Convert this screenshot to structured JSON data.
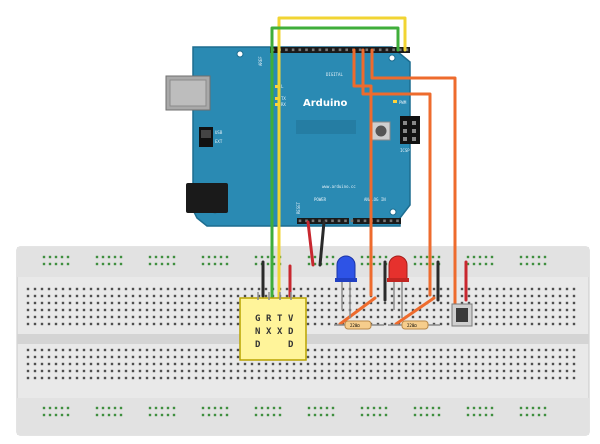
{
  "arduino": {
    "brand": "Arduino",
    "website": "www.arduino.cc",
    "header_digital": "DIGITAL",
    "header_power": "POWER",
    "header_analog": "ANALOG IN",
    "label_aref": "AREF",
    "label_reset": "RESET",
    "label_pwm": "PWM",
    "label_icsp": "ICSP",
    "label_tx": "TX",
    "label_rx": "RX",
    "label_l": "L",
    "label_usb": "USB",
    "label_ext": "EXT"
  },
  "sensor_module": {
    "columns": [
      {
        "top": "G",
        "mid": "N",
        "bot": "D"
      },
      {
        "top": "R",
        "mid": "X",
        "bot": ""
      },
      {
        "top": "T",
        "mid": "X",
        "bot": ""
      },
      {
        "top": "V",
        "mid": "D",
        "bot": "D"
      }
    ]
  },
  "resistors": [
    "220Ω",
    "220Ω"
  ],
  "colors": {
    "board": "#2a8ab3",
    "breadboard": "#e8e8e8",
    "wire_yellow": "#f1d433",
    "wire_green": "#3fae3a",
    "wire_orange": "#ee6b2d",
    "wire_red": "#c8272f",
    "wire_black": "#2a2a2a",
    "led_blue": "#2e53e6",
    "led_red": "#e6312d",
    "module": "#fff49a"
  }
}
